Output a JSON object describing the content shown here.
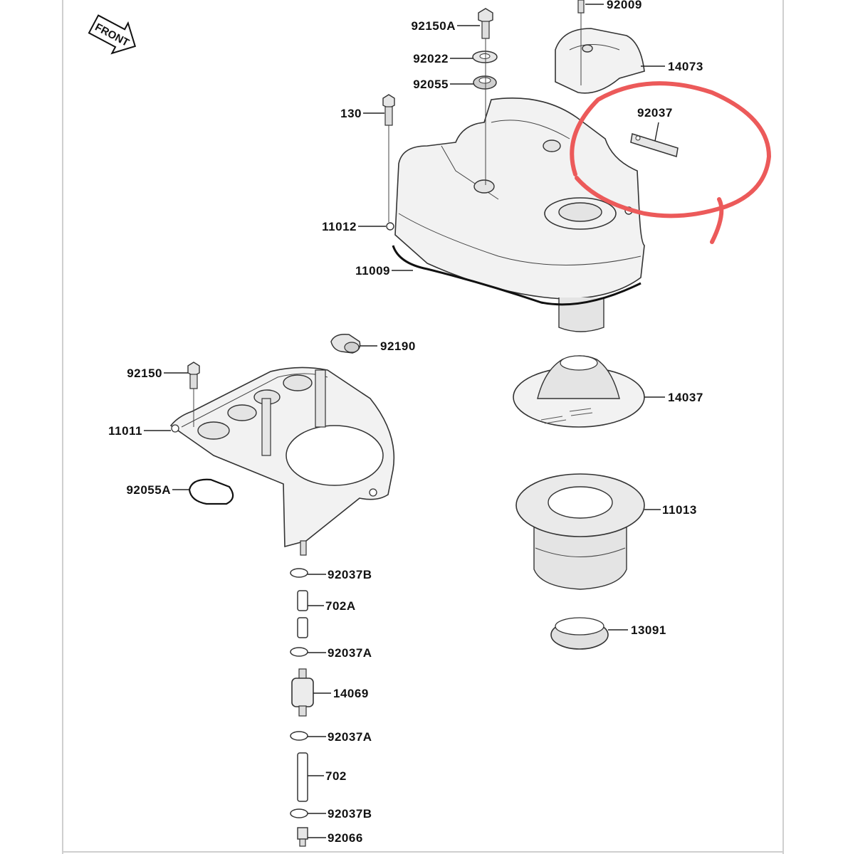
{
  "diagram": {
    "front_marker": "FRONT",
    "highlight_color": "#ec5a5a",
    "frame_color": "#cfcfcf",
    "labels": {
      "p92009": "92009",
      "p92150A": "92150A",
      "p14073": "14073",
      "p92022": "92022",
      "p92055": "92055",
      "p92037": "92037",
      "p130": "130",
      "p11012": "11012",
      "p11009": "11009",
      "p92190": "92190",
      "p92150": "92150",
      "p14037": "14037",
      "p11011": "11011",
      "p92055A": "92055A",
      "p11013": "11013",
      "p92037B_top": "92037B",
      "p702A": "702A",
      "p13091": "13091",
      "p92037A_top": "92037A",
      "p14069": "14069",
      "p92037A_bottom": "92037A",
      "p702": "702",
      "p92037B_bottom": "92037B",
      "p92066": "92066"
    }
  }
}
